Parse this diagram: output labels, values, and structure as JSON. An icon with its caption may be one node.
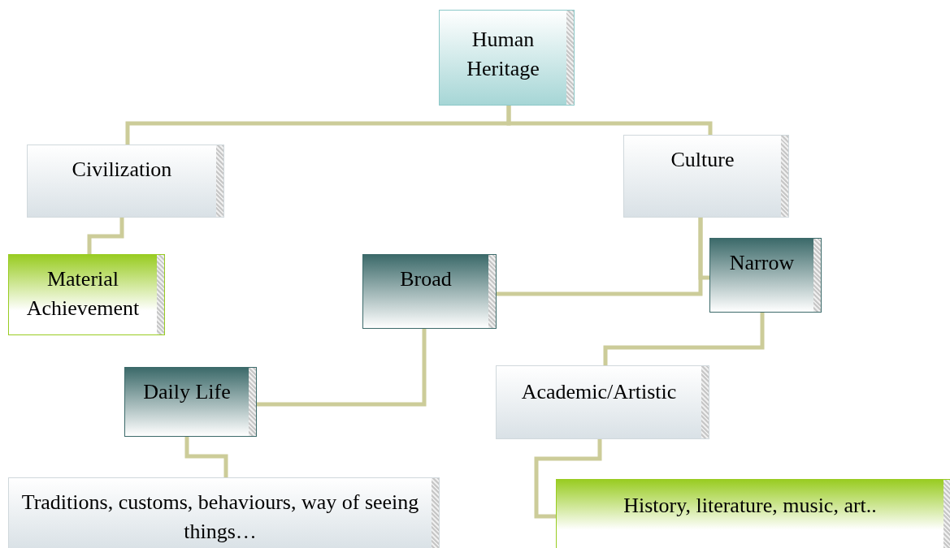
{
  "diagram": {
    "nodes": [
      {
        "text": [
          "Human Heritage"
        ]
      },
      {
        "text": [
          "Civilization"
        ]
      },
      {
        "text": [
          "Culture"
        ]
      },
      {
        "text": [
          "Material Achievement"
        ]
      },
      {
        "text": [
          "Broad"
        ]
      },
      {
        "text": [
          "Narrow"
        ]
      },
      {
        "text": [
          "Daily Life"
        ]
      },
      {
        "text": [
          "Academic/Artistic"
        ]
      },
      {
        "text": [
          "Traditions, customs, behaviours, way of seeing things…"
        ]
      },
      {
        "text": [
          "History, literature, music, art.."
        ]
      }
    ],
    "edges": [
      {
        "from": 0,
        "to": 1,
        "arrow": "none"
      },
      {
        "from": 0,
        "to": 2,
        "arrow": "none"
      },
      {
        "from": 1,
        "to": 3,
        "arrow": "none"
      },
      {
        "from": 2,
        "to": 4,
        "arrow": "none"
      },
      {
        "from": 2,
        "to": 5,
        "arrow": "none"
      },
      {
        "from": 5,
        "to": 7,
        "arrow": "none"
      },
      {
        "from": 4,
        "to": 6,
        "arrow": "none"
      },
      {
        "from": 6,
        "to": 8,
        "arrow": "none"
      },
      {
        "from": 7,
        "to": 9,
        "arrow": "none"
      }
    ]
  }
}
